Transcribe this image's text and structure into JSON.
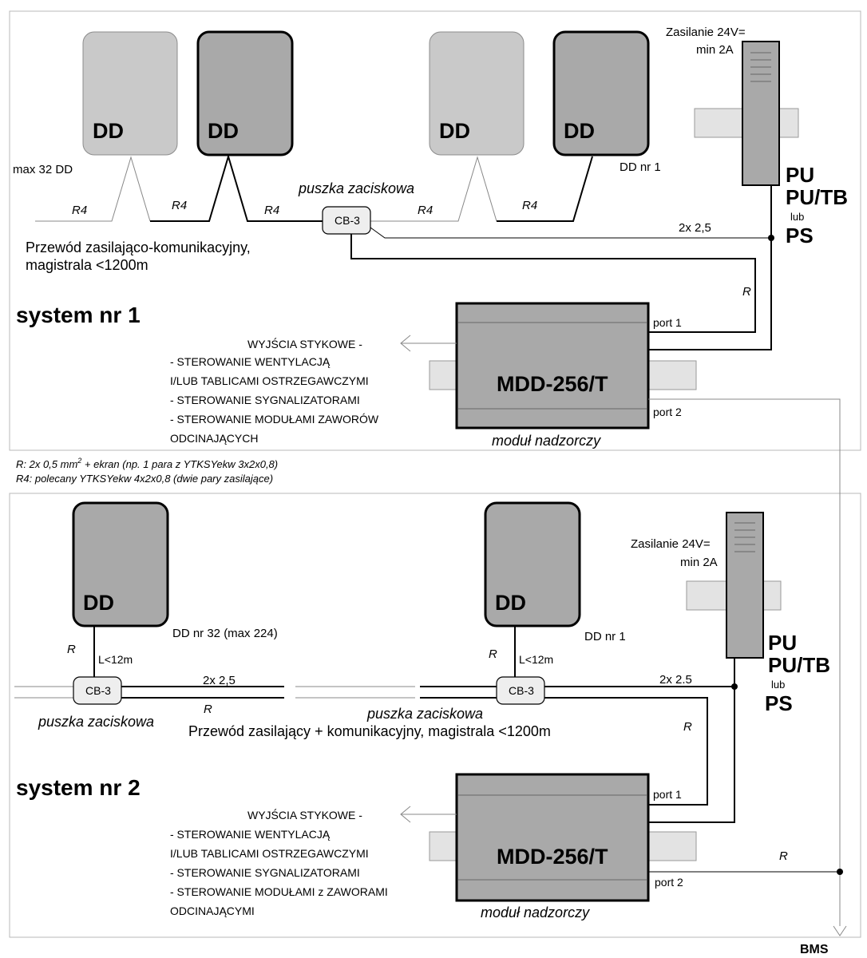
{
  "detector_label": "DD",
  "junction_box_label": "CB-3",
  "junction_box_caption": "puszka zaciskowa",
  "supervisory_module_name": "MDD-256/T",
  "supervisory_module_caption": "moduł nadzorczy",
  "port1_label": "port 1",
  "port2_label": "port 2",
  "power_unit": {
    "line1": "PU",
    "line2": "PU/TB",
    "or": "lub",
    "line3": "PS"
  },
  "power_supply": {
    "line1": "Zasilanie 24V=",
    "line2": "min 2A"
  },
  "contact_outputs": {
    "title": "WYJŚCIA STYKOWE -",
    "system1_lines": [
      "- STEROWANIE WENTYLACJĄ",
      "I/LUB TABLICAMI OSTRZEGAWCZYMI",
      "- STEROWANIE SYGNALIZATORAMI",
      "- STEROWANIE MODUŁAMI ZAWORÓW",
      "ODCINAJĄCYCH"
    ],
    "system2_lines": [
      "- STEROWANIE WENTYLACJĄ",
      "I/LUB TABLICAMI OSTRZEGAWCZYMI",
      "- STEROWANIE SYGNALIZATORAMI",
      "- STEROWANIE MODUŁAMI z ZAWORAMI",
      "ODCINAJĄCYMI"
    ]
  },
  "system1": {
    "title": "system nr 1",
    "max_dd": "max 32  DD",
    "dd_first": "DD nr 1",
    "cable_r4": "R4",
    "cable_r": "R",
    "power_cable": "2x 2,5",
    "trunk_line1": "Przewód zasilająco-komunikacyjny,",
    "trunk_line2": "magistrala <1200m"
  },
  "legend": {
    "r_def_prefix": "R: 2x 0,5 mm",
    "r_def_sup": "2",
    "r_def_suffix": "  + ekran (np. 1 para z YTKSYekw 3x2x0,8)",
    "r4_def": "R4: polecany YTKSYekw 4x2x0,8 (dwie pary zasilające)"
  },
  "system2": {
    "title": "system nr 2",
    "dd_last": "DD nr 32 (max 224)",
    "dd_first": "DD nr 1",
    "cable_r": "R",
    "stub_length": "L<12m",
    "power_cable_left": "2x 2,5",
    "power_cable_right": "2x 2.5",
    "trunk_line": "Przewód zasilający + komunikacyjny, magistrala <1200m"
  },
  "bms_label": "BMS",
  "colors": {
    "device_fill": "#a9a9a9",
    "device_fill_light": "#c9c9c9",
    "rail_fill": "#e3e3e3",
    "junction_fill": "#eeeeee",
    "frame": "#b8b8b8"
  }
}
